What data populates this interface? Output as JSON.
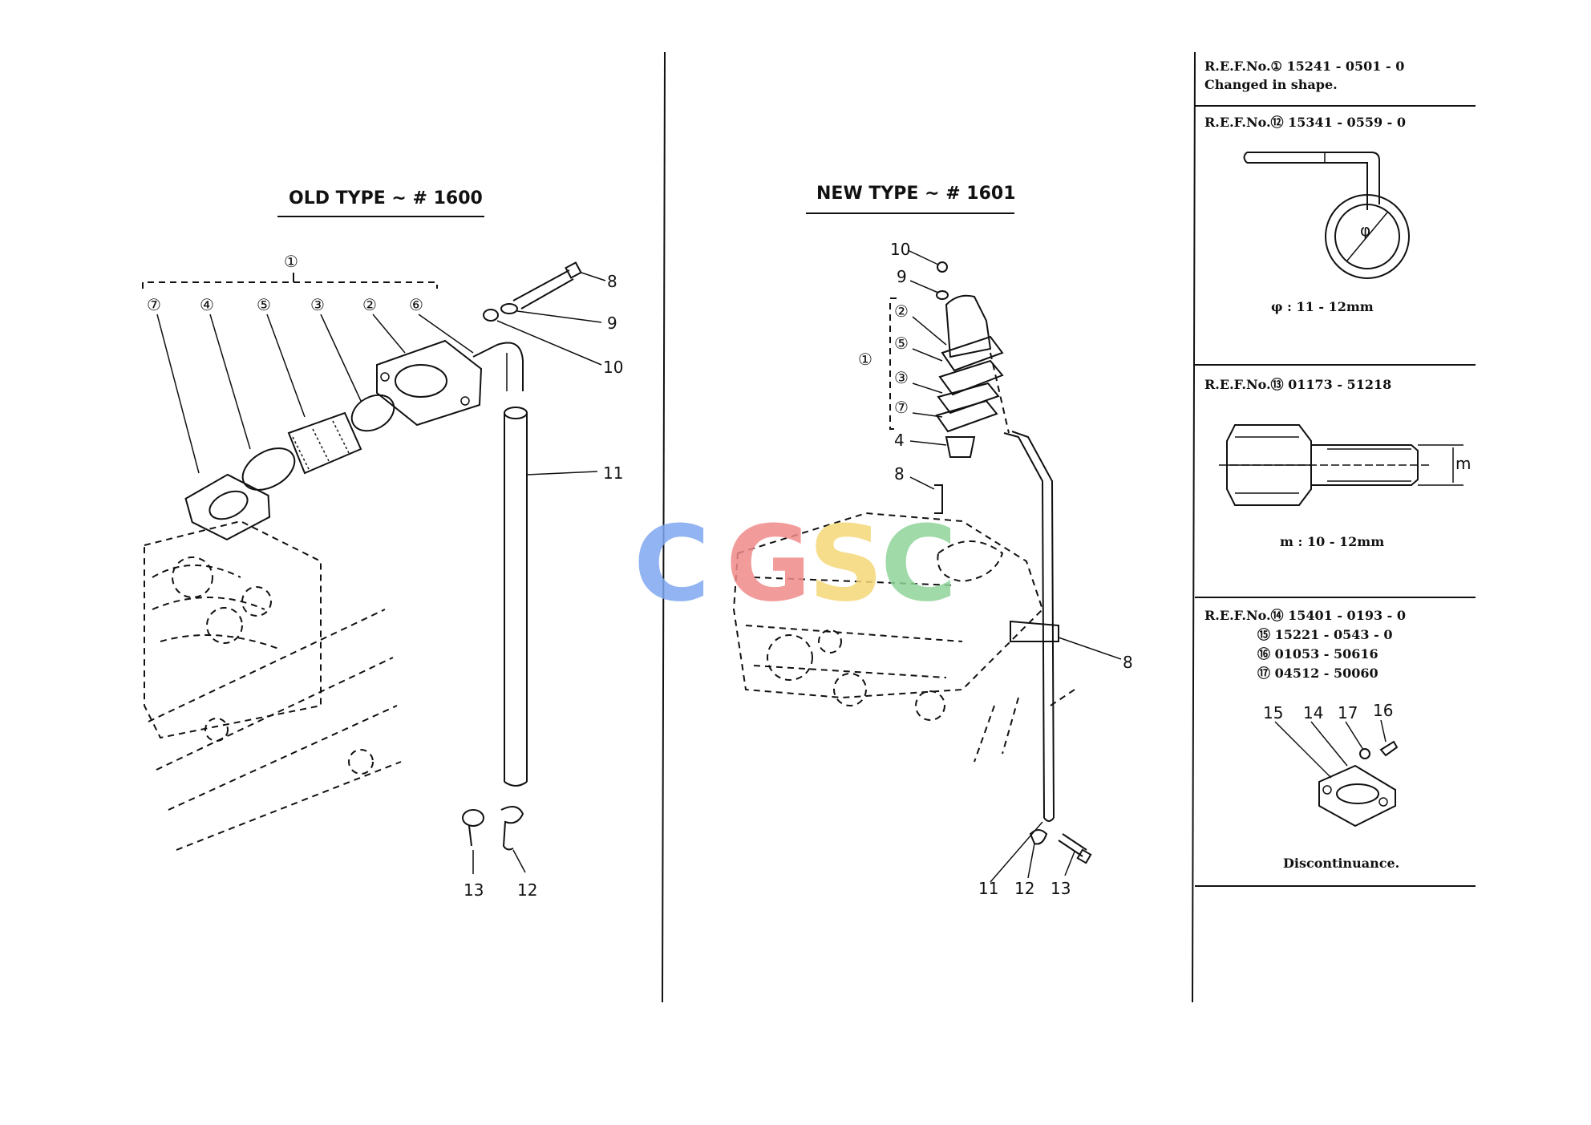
{
  "old_type": {
    "title": "OLD TYPE  ~ # 1600",
    "callouts": [
      "①",
      "⑦",
      "④",
      "⑤",
      "③",
      "②",
      "⑥",
      "8",
      "9",
      "10",
      "11",
      "13",
      "12"
    ]
  },
  "new_type": {
    "title": "NEW TYPE  ~ # 1601",
    "callouts": [
      "10",
      "9",
      "②",
      "⑤",
      "①",
      "③",
      "⑦",
      "4",
      "8",
      "8",
      "11",
      "12",
      "13"
    ]
  },
  "ref_panels": [
    {
      "ref": "R.E.F.No.① 15241 - 0501 - 0",
      "note": "Changed in shape."
    },
    {
      "ref": "R.E.F.No.⑫ 15341 - 0559 - 0",
      "dim_symbol": "φ",
      "note": "φ : 11 - 12mm"
    },
    {
      "ref": "R.E.F.No.⑬ 01173 - 51218",
      "dim_symbol": "m",
      "note": "m : 10 - 12mm"
    },
    {
      "ref": "R.E.F.No.⑭ 15401 - 0193 - 0",
      "extra_refs": [
        "⑮ 15221 - 0543 - 0",
        "⑯ 01053 - 50616",
        "⑰ 04512 - 50060"
      ],
      "callouts": [
        "15",
        "14",
        "17",
        "16"
      ],
      "note": "Discontinuance."
    }
  ],
  "watermark": {
    "text": "CGSC",
    "colors": [
      "#7fa8f0",
      "#f08a8a",
      "#f4d878",
      "#8fd49a"
    ]
  }
}
